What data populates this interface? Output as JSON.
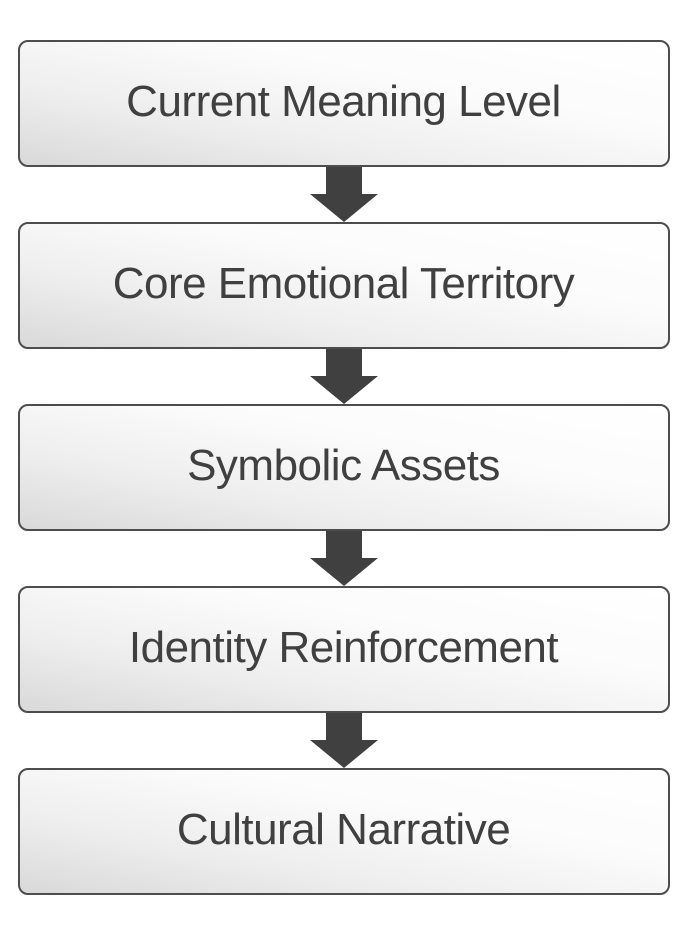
{
  "diagram": {
    "type": "vertical-flowchart",
    "steps": [
      {
        "label": "Current Meaning Level"
      },
      {
        "label": "Core Emotional Territory"
      },
      {
        "label": "Symbolic Assets"
      },
      {
        "label": "Identity Reinforcement"
      },
      {
        "label": "Cultural Narrative"
      }
    ],
    "connector": {
      "icon": "down-block-arrow",
      "color": "#404040"
    },
    "colors": {
      "background": "#ffffff",
      "box_border": "#4d4d4d",
      "box_fill_dark": "#d9d9d9",
      "box_fill_light": "#ffffff",
      "text": "#404040"
    }
  }
}
